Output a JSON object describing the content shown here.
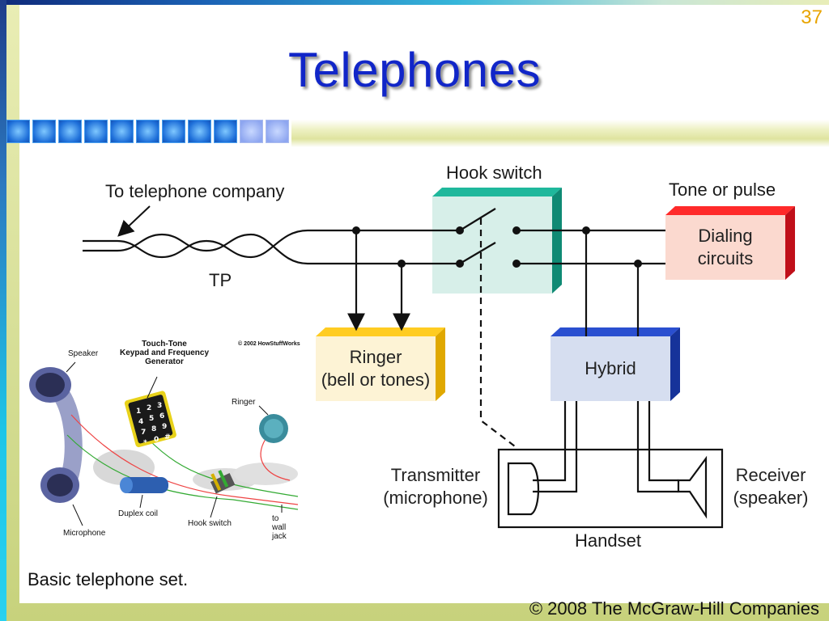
{
  "slide": {
    "number": "37",
    "title": "Telephones"
  },
  "diagram": {
    "to_telephone_company": "To telephone company",
    "tp": "TP",
    "hook_switch": "Hook switch",
    "tone_or_pulse": "Tone or pulse",
    "dialing_circuits": [
      "Dialing",
      "circuits"
    ],
    "ringer": [
      "Ringer",
      "(bell or tones)"
    ],
    "hybrid": "Hybrid",
    "transmitter": [
      "Transmitter",
      "(microphone)"
    ],
    "receiver": [
      "Receiver",
      "(speaker)"
    ],
    "handset": "Handset"
  },
  "photo": {
    "speaker": "Speaker",
    "touch_tone": [
      "Touch-Tone",
      "Keypad and Frequency",
      "Generator"
    ],
    "credit": "© 2002 HowStuffWorks",
    "ringer": "Ringer",
    "duplex_coil": "Duplex coil",
    "hook_switch": "Hook switch",
    "microphone": "Microphone",
    "to_wall_jack": [
      "to",
      "wall",
      "jack"
    ],
    "keypad_keys": [
      "1",
      "2",
      "3",
      "4",
      "5",
      "6",
      "7",
      "8",
      "9",
      "*",
      "0",
      "#"
    ]
  },
  "caption": "Basic telephone set.",
  "copyright": "© 2008 The McGraw-Hill Companies",
  "colors": {
    "title": "#1126c8",
    "slide_number": "#e8a400",
    "hook_box": "#d7efe9",
    "hook_edge": "#14a58c",
    "dialing_box": "#fbd9cf",
    "dialing_edge": "#e0141e",
    "ringer_box": "#fdf3d5",
    "ringer_edge": "#f5b800",
    "hybrid_box": "#d6def0",
    "hybrid_edge": "#1b3fb8"
  }
}
